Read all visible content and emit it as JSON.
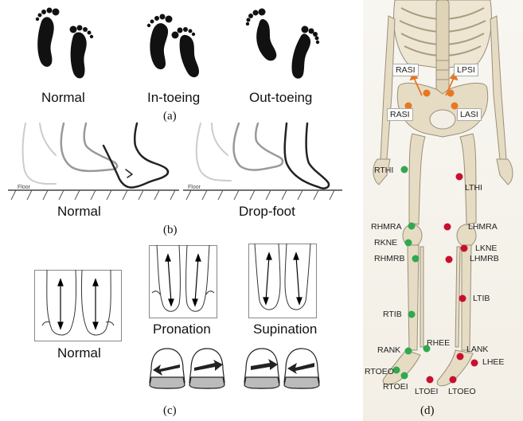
{
  "panel_a": {
    "letter": "(a)",
    "labels": [
      "Normal",
      "In-toeing",
      "Out-toeing"
    ]
  },
  "panel_b": {
    "letter": "(b)",
    "labels": [
      "Normal",
      "Drop-foot"
    ],
    "floor_label": "Floor"
  },
  "panel_c": {
    "letter": "(c)",
    "labels": [
      "Normal",
      "Pronation",
      "Supination"
    ]
  },
  "panel_d": {
    "letter": "(d)",
    "markers": {
      "RASI_top": "RASI",
      "LPSI": "LPSI",
      "RASI": "RASI",
      "LASI": "LASI",
      "RTHI": "RTHI",
      "LTHI": "LTHI",
      "RHMRA": "RHMRA",
      "LHMRA": "LHMRA",
      "RKNE": "RKNE",
      "LKNE": "LKNE",
      "RHMRB": "RHMRB",
      "LHMRB": "LHMRB",
      "LTIB": "LTIB",
      "RTIB": "RTIB",
      "RHEE": "RHEE",
      "RANK": "RANK",
      "LANK": "LANK",
      "LHEE": "LHEE",
      "RTOEO": "RTOEO",
      "RTOEI": "RTOEI",
      "LTOEI": "LTOEI",
      "LTOEO": "LTOEO"
    },
    "colors": {
      "orange": "#e87722",
      "green": "#2fa84f",
      "red": "#c8102e"
    }
  }
}
